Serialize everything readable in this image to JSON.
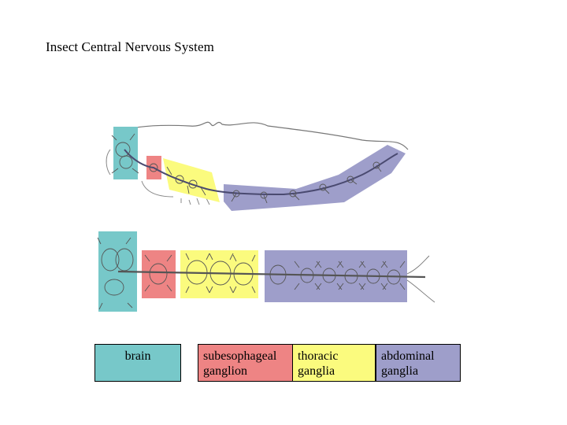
{
  "title": "Insect Central Nervous System",
  "colors": {
    "brain": "#77c8c9",
    "subesophageal": "#ee8484",
    "thoracic": "#fbfb7e",
    "abdominal": "#9e9eca",
    "outline": "#555555"
  },
  "legend": [
    {
      "key": "brain",
      "label": "brain",
      "color": "#77c8c9"
    },
    {
      "key": "subesophageal",
      "label": "subesophageal ganglion",
      "color": "#ee8484"
    },
    {
      "key": "thoracic",
      "label": "thoracic ganglia",
      "color": "#fbfb7e"
    },
    {
      "key": "abdominal",
      "label": "abdominal ganglia",
      "color": "#9e9eca"
    }
  ]
}
